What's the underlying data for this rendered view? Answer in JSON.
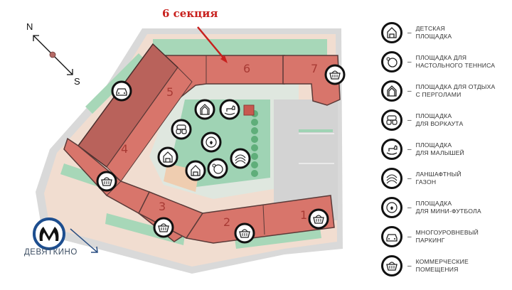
{
  "callout": {
    "label": "6 секция",
    "color": "#c8201d"
  },
  "compass": {
    "north": "N",
    "south": "S"
  },
  "metro": {
    "station": "ДЕВЯТКИНО",
    "logo_color": "#1d4e8f",
    "logo_glyph": "M"
  },
  "sections": [
    {
      "id": "1",
      "label": "1"
    },
    {
      "id": "2",
      "label": "2"
    },
    {
      "id": "3",
      "label": "3"
    },
    {
      "id": "4",
      "label": "4"
    },
    {
      "id": "5",
      "label": "5"
    },
    {
      "id": "6",
      "label": "6"
    },
    {
      "id": "7",
      "label": "7"
    }
  ],
  "colors": {
    "building": "#d8756b",
    "building_dark": "#b8635c",
    "lawn": "#9fd3b4",
    "road": "#d6d6d6",
    "sidewalk": "#f3ddd0",
    "section_number": "#a83a34"
  },
  "legend": {
    "items": [
      {
        "icon": "kids-playground-icon",
        "line1": "детская",
        "line2": "площадка"
      },
      {
        "icon": "table-tennis-icon",
        "line1": "площадка для",
        "line2": "настольного тенниса"
      },
      {
        "icon": "pergola-icon",
        "line1": "площадка для отдыха",
        "line2": "с перголами"
      },
      {
        "icon": "workout-icon",
        "line1": "площадка",
        "line2": "для воркаута"
      },
      {
        "icon": "rocking-horse-icon",
        "line1": "площадка",
        "line2": "для малышей"
      },
      {
        "icon": "landscape-lawn-icon",
        "line1": "ланшафтный",
        "line2": "газон"
      },
      {
        "icon": "football-icon",
        "line1": "площадка",
        "line2": "для мини-футбола"
      },
      {
        "icon": "car-parking-icon",
        "line1": "многоуровневый",
        "line2": "паркинг"
      },
      {
        "icon": "shopping-basket-icon",
        "line1": "коммерческие",
        "line2": "помещения"
      }
    ],
    "dash": "–"
  }
}
